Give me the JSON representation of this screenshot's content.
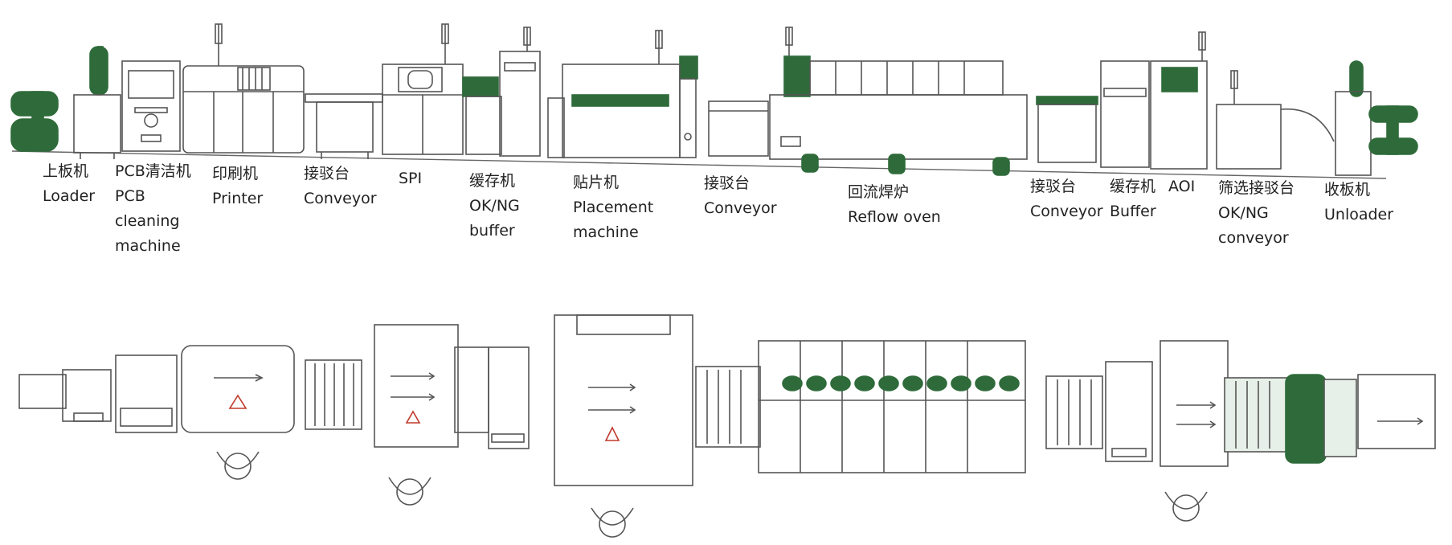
{
  "colors": {
    "green": "#2f6b3a",
    "line": "#555555",
    "ink": "#222222",
    "paper": "#ffffff",
    "triangle": "#c0392b"
  },
  "stations": [
    {
      "cn": "上板机",
      "en": [
        "Loader"
      ]
    },
    {
      "cn": "PCB清洁机",
      "en": [
        "PCB",
        "cleaning",
        "machine"
      ]
    },
    {
      "cn": "印刷机",
      "en": [
        "Printer"
      ]
    },
    {
      "cn": "接驳台",
      "en": [
        "Conveyor"
      ]
    },
    {
      "cn": "",
      "en": [
        "SPI"
      ]
    },
    {
      "cn": "缓存机",
      "en": [
        "OK/NG",
        "buffer"
      ]
    },
    {
      "cn": "贴片机",
      "en": [
        "Placement",
        "machine"
      ]
    },
    {
      "cn": "接驳台",
      "en": [
        "Conveyor"
      ]
    },
    {
      "cn": "回流焊炉",
      "en": [
        "Reflow oven"
      ]
    },
    {
      "cn": "接驳台",
      "en": [
        "Conveyor"
      ]
    },
    {
      "cn": "缓存机",
      "en": [
        "Buffer"
      ]
    },
    {
      "cn": "",
      "en": [
        "AOI"
      ]
    },
    {
      "cn": "筛选接驳台",
      "en": [
        "OK/NG",
        "conveyor"
      ]
    },
    {
      "cn": "收板机",
      "en": [
        "Unloader"
      ]
    }
  ]
}
